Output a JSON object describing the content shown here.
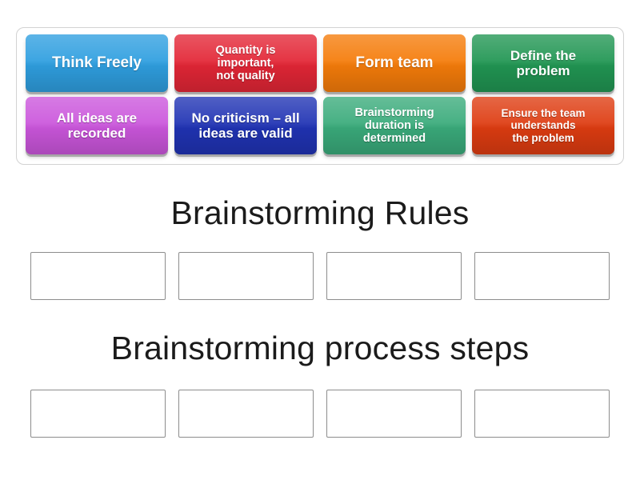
{
  "activity": {
    "type": "group-sort",
    "tray": {
      "tiles": [
        {
          "label": "Think Freely",
          "color": "#2f9fe0",
          "size": "fs-lg"
        },
        {
          "label": "Quantity is\nimportant,\nnot quality",
          "color": "#e32636",
          "size": "fs-sm"
        },
        {
          "label": "Form team",
          "color": "#f57c0a",
          "size": "fs-lg"
        },
        {
          "label": "Define the\nproblem",
          "color": "#219653",
          "size": "fs-md"
        },
        {
          "label": "All ideas are\nrecorded",
          "color": "#cb56dc",
          "size": "fs-md"
        },
        {
          "label": "No criticism – all\nideas are valid",
          "color": "#2033b4",
          "size": "fs-md"
        },
        {
          "label": "Brainstorming\nduration is\ndetermined",
          "color": "#3aab7b",
          "size": "fs-sm"
        },
        {
          "label": "Ensure the team\nunderstands\nthe problem",
          "color": "#de3c11",
          "size": "fs-xs"
        }
      ]
    },
    "categories": [
      {
        "id": "rules",
        "heading": "Brainstorming Rules",
        "slots": [
          {
            "label": ""
          },
          {
            "label": ""
          },
          {
            "label": ""
          },
          {
            "label": ""
          }
        ]
      },
      {
        "id": "process",
        "heading": "Brainstorming process steps",
        "slots": [
          {
            "label": ""
          },
          {
            "label": ""
          },
          {
            "label": ""
          },
          {
            "label": ""
          }
        ]
      }
    ]
  }
}
